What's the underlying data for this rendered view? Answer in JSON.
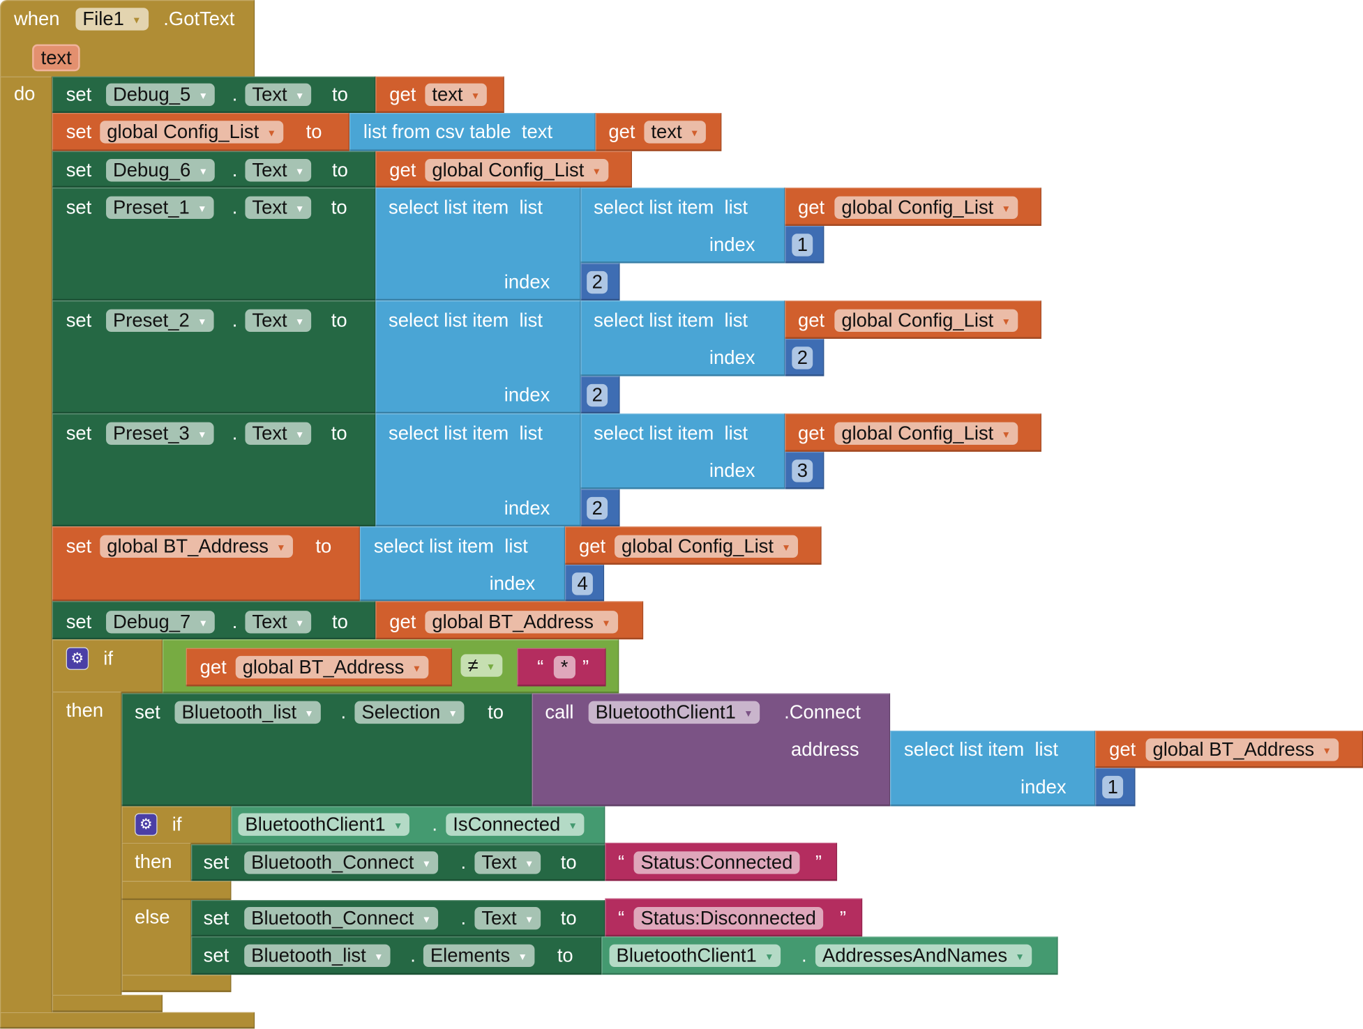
{
  "event": {
    "when": "when",
    "component": "File1",
    "event": ".GotText",
    "param": "text",
    "do": "do"
  },
  "kw": {
    "set": "set",
    "to": "to",
    "get": "get",
    "dot": ".",
    "index": "index",
    "select": "select list item  list",
    "csv": "list from csv table  text",
    "if": "if",
    "then": "then",
    "else": "else",
    "call": "call",
    "address": "address",
    "open_quote": "“",
    "close_quote": "”",
    "neq": "≠"
  },
  "rows": {
    "debug5": {
      "component": "Debug_5",
      "property": "Text",
      "var": "text"
    },
    "config": {
      "var": "global Config_List",
      "get_var": "text"
    },
    "debug6": {
      "component": "Debug_6",
      "property": "Text",
      "var": "global Config_List"
    },
    "preset1": {
      "component": "Preset_1",
      "property": "Text",
      "var": "global Config_List",
      "inner_index": "1",
      "outer_index": "2"
    },
    "preset2": {
      "component": "Preset_2",
      "property": "Text",
      "var": "global Config_List",
      "inner_index": "2",
      "outer_index": "2"
    },
    "preset3": {
      "component": "Preset_3",
      "property": "Text",
      "var": "global Config_List",
      "inner_index": "3",
      "outer_index": "2"
    },
    "bt": {
      "var": "global BT_Address",
      "get_var": "global Config_List",
      "index": "4"
    },
    "debug7": {
      "component": "Debug_7",
      "property": "Text",
      "var": "global BT_Address"
    }
  },
  "if1": {
    "var": "global BT_Address",
    "text": "*",
    "then": {
      "component": "Bluetooth_list",
      "property": "Selection",
      "call_component": "BluetoothClient1",
      "method": ".Connect",
      "var": "global BT_Address",
      "index": "1"
    }
  },
  "if2": {
    "component": "BluetoothClient1",
    "property": "IsConnected",
    "then": {
      "component": "Bluetooth_Connect",
      "property": "Text",
      "text": "Status:Connected"
    },
    "else1": {
      "component": "Bluetooth_Connect",
      "property": "Text",
      "text": "Status:Disconnected"
    },
    "else2": {
      "component": "Bluetooth_list",
      "property": "Elements",
      "src_component": "BluetoothClient1",
      "src_property": "AddressesAndNames"
    }
  },
  "colors": {
    "event": "#b08d35",
    "setter": "#256844",
    "variable": "#d15f2d",
    "list": "#4aa5d5",
    "math": "#3e6db3",
    "procedure": "#7b5385",
    "text": "#b42d5f",
    "logic": "#77ab42",
    "component": "#449a70"
  }
}
